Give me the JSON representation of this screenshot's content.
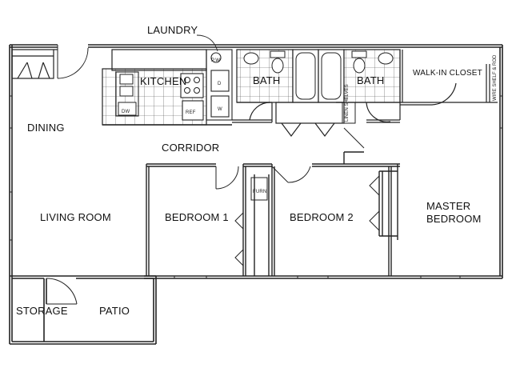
{
  "plan": {
    "rooms": {
      "laundry": "LAUNDRY",
      "kitchen": "KITCHEN",
      "bath1": "BATH",
      "bath2": "BATH",
      "walkin": "WALK-IN CLOSET",
      "dining": "DINING",
      "corridor": "CORRIDOR",
      "living": "LIVING ROOM",
      "bedroom1": "BEDROOM 1",
      "bedroom2": "BEDROOM 2",
      "master_line1": "MASTER",
      "master_line2": "BEDROOM",
      "storage": "STORAGE",
      "patio": "PATIO"
    },
    "fixtures": {
      "dw": "DW",
      "ref": "REF",
      "pw": "P.W",
      "d": "D",
      "w": "W",
      "furn": "FURN",
      "wire_shelf": "WIRE SHELF & ROD",
      "shelves": "LINEN SHELVES"
    }
  }
}
